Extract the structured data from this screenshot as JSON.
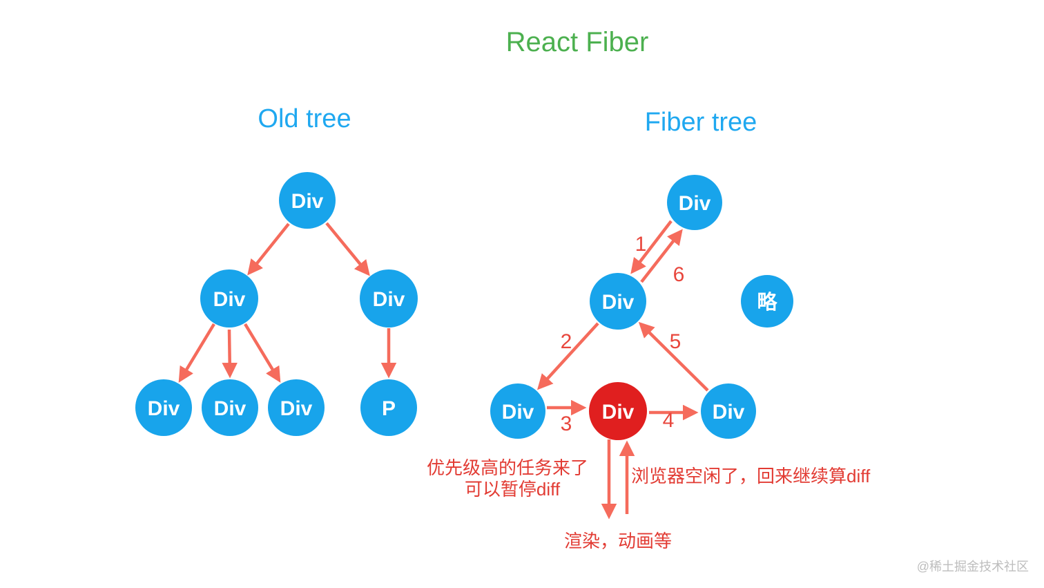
{
  "title": "React Fiber",
  "old_tree": {
    "heading": "Old tree",
    "nodes": {
      "root": "Div",
      "mid_left": "Div",
      "mid_right": "Div",
      "leaf_1": "Div",
      "leaf_2": "Div",
      "leaf_3": "Div",
      "leaf_p": "P"
    }
  },
  "fiber_tree": {
    "heading": "Fiber tree",
    "nodes": {
      "root": "Div",
      "mid": "Div",
      "omitted": "略",
      "left": "Div",
      "current": "Div",
      "right": "Div"
    },
    "step_labels": {
      "s1": "1",
      "s2": "2",
      "s3": "3",
      "s4": "4",
      "s5": "5",
      "s6": "6"
    }
  },
  "annotations": {
    "high_priority_line1": "优先级高的任务来了",
    "high_priority_line2": "可以暂停diff",
    "browser_idle": "浏览器空闲了，回来继续算diff",
    "render_animation": "渲染，动画等"
  },
  "watermark": "@稀土掘金技术社区",
  "colors": {
    "title_green": "#4CB04F",
    "tree_heading_blue": "#1FA8F0",
    "node_blue": "#18A4EB",
    "current_node_red": "#E01F1F",
    "arrow_salmon": "#F56B5C",
    "step_label_red": "#E8463C",
    "annotation_red": "#E23B33",
    "watermark_gray": "#BDBDBD"
  }
}
